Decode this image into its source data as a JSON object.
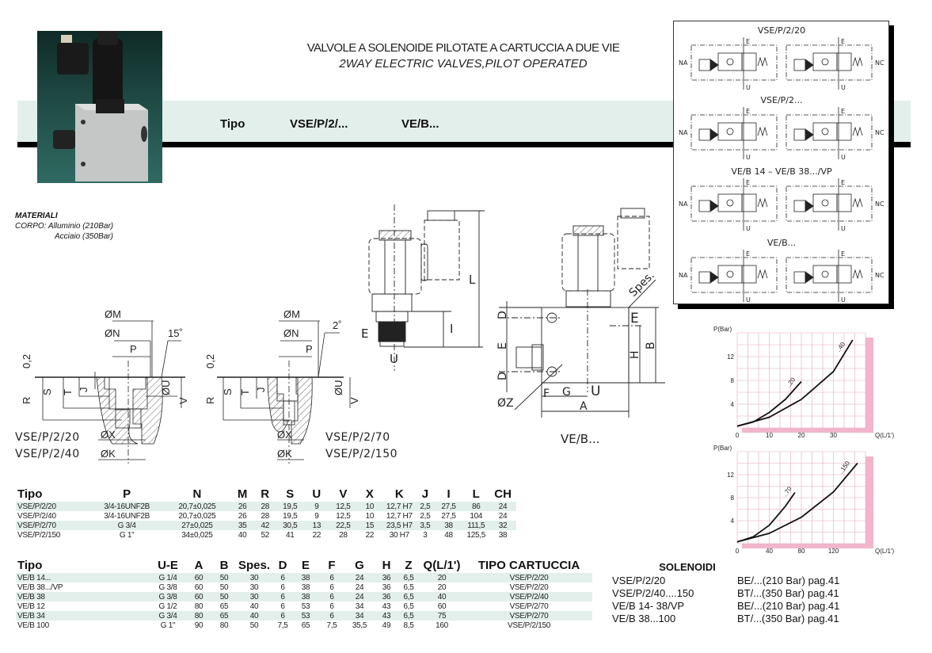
{
  "header": {
    "title_it": "VALVOLE A SOLENOIDE PILOTATE A CARTUCCIA A DUE VIE",
    "title_en": "2WAY ELECTRIC VALVES,PILOT OPERATED",
    "tipo_label": "Tipo",
    "tipo_values": [
      "VSE/P/2/...",
      "VE/B..."
    ]
  },
  "materials": {
    "title": "MATERIALI",
    "line1": "CORPO:  Alluminio (210Bar)",
    "line2": "Acciaio (350Bar)"
  },
  "drawings": {
    "cavity1": {
      "angle": "15˚",
      "labels": [
        "ØM",
        "ØN",
        "P",
        "0,2",
        "R",
        "S",
        "T",
        "J",
        "ØU",
        "V",
        "ØX",
        "ØK"
      ],
      "models": [
        "VSE/P/2/20",
        "VSE/P/2/40"
      ]
    },
    "cavity2": {
      "angle": "2˚",
      "labels": [
        "ØM",
        "ØN",
        "P",
        "0,2",
        "R",
        "S",
        "T",
        "J",
        "ØU",
        "V",
        "ØX",
        "ØK"
      ],
      "models": [
        "VSE/P/2/70",
        "VSE/P/2/150"
      ]
    },
    "cartridge": {
      "labels": [
        "L",
        "I",
        "E",
        "U"
      ]
    },
    "block": {
      "labels": [
        "Spes.",
        "D",
        "E",
        "D",
        "E",
        "B",
        "H",
        "F",
        "G",
        "U",
        "A",
        "ØZ"
      ],
      "caption": "VE/B..."
    }
  },
  "schematics": {
    "groups": [
      {
        "title": "VSE/P/2/20"
      },
      {
        "title": "VSE/P/2..."
      },
      {
        "title": "VE/B 14  –  VE/B 38.../VP"
      },
      {
        "title": "VE/B..."
      }
    ],
    "na": "NA",
    "nc": "NC",
    "port_e": "E",
    "port_u": "U"
  },
  "chart_data": [
    {
      "type": "line",
      "title": "",
      "xlabel": "Q(L/1')",
      "ylabel": "P(Bar)",
      "xlim": [
        0,
        40
      ],
      "ylim": [
        0,
        16
      ],
      "xticks": [
        0,
        10,
        20,
        30
      ],
      "yticks": [
        4,
        8,
        12
      ],
      "grid": true,
      "series": [
        {
          "name": "..20",
          "x": [
            0,
            5,
            10,
            15,
            20
          ],
          "y": [
            0.3,
            1.0,
            2.6,
            4.8,
            7.8
          ]
        },
        {
          "name": "..40",
          "x": [
            0,
            10,
            20,
            30,
            36
          ],
          "y": [
            0.3,
            1.8,
            4.8,
            9.5,
            14.8
          ]
        }
      ]
    },
    {
      "type": "line",
      "title": "",
      "xlabel": "Q(L/1')",
      "ylabel": "P(Bar)",
      "xlim": [
        0,
        160
      ],
      "ylim": [
        0,
        16
      ],
      "xticks": [
        0,
        40,
        80,
        120
      ],
      "yticks": [
        4,
        8,
        12
      ],
      "grid": true,
      "series": [
        {
          "name": "..70",
          "x": [
            0,
            20,
            40,
            60,
            72
          ],
          "y": [
            0.3,
            1.2,
            3.2,
            6.5,
            8.9
          ]
        },
        {
          "name": "..150",
          "x": [
            0,
            40,
            80,
            120,
            150
          ],
          "y": [
            0.3,
            1.8,
            4.6,
            9.0,
            14.0
          ]
        }
      ]
    }
  ],
  "table1": {
    "headers": [
      "Tipo",
      "P",
      "N",
      "M",
      "R",
      "S",
      "U",
      "V",
      "X",
      "K",
      "J",
      "I",
      "L",
      "CH"
    ],
    "rows": [
      [
        "VSE/P/2/20",
        "3/4-16UNF2B",
        "20,7±0,025",
        "26",
        "28",
        "19,5",
        "9",
        "12,5",
        "10",
        "12,7 H7",
        "2,5",
        "27,5",
        "86",
        "24"
      ],
      [
        "VSE/P/2/40",
        "3/4-16UNF2B",
        "20,7±0,025",
        "26",
        "28",
        "19,5",
        "9",
        "12,5",
        "10",
        "12,7 H7",
        "2,5",
        "27,5",
        "104",
        "24"
      ],
      [
        "VSE/P/2/70",
        "G 3/4",
        "27±0,025",
        "35",
        "42",
        "30,5",
        "13",
        "22,5",
        "15",
        "23,5 H7",
        "3,5",
        "38",
        "111,5",
        "32"
      ],
      [
        "VSE/P/2/150",
        "G 1\"",
        "34±0,025",
        "40",
        "52",
        "41",
        "22",
        "28",
        "22",
        "30 H7",
        "3",
        "48",
        "125,5",
        "38"
      ]
    ]
  },
  "table2": {
    "headers": [
      "Tipo",
      "U-E",
      "A",
      "B",
      "Spes.",
      "D",
      "E",
      "F",
      "G",
      "H",
      "Z",
      "Q(L/1')",
      "TIPO CARTUCCIA"
    ],
    "rows": [
      [
        "VE/B 14...",
        "G 1/4",
        "60",
        "50",
        "30",
        "6",
        "38",
        "6",
        "24",
        "36",
        "6,5",
        "20",
        "VSE/P/2/20"
      ],
      [
        "VE/B 38.../VP",
        "G 3/8",
        "60",
        "50",
        "30",
        "6",
        "38",
        "6",
        "24",
        "36",
        "6,5",
        "20",
        "VSE/P/2/20"
      ],
      [
        "VE/B 38",
        "G 3/8",
        "60",
        "50",
        "30",
        "6",
        "38",
        "6",
        "24",
        "36",
        "6,5",
        "40",
        "VSE/P/2/40"
      ],
      [
        "VE/B 12",
        "G 1/2",
        "80",
        "65",
        "40",
        "6",
        "53",
        "6",
        "34",
        "43",
        "6,5",
        "60",
        "VSE/P/2/70"
      ],
      [
        "VE/B 34",
        "G 3/4",
        "80",
        "65",
        "40",
        "6",
        "53",
        "6",
        "34",
        "43",
        "6,5",
        "75",
        "VSE/P/2/70"
      ],
      [
        "VE/B 100",
        "G 1\"",
        "90",
        "80",
        "50",
        "7,5",
        "65",
        "7,5",
        "35,5",
        "49",
        "8,5",
        "160",
        "VSE/P/2/150"
      ]
    ]
  },
  "solenoidi": {
    "title": "SOLENOIDI",
    "rows": [
      [
        "VSE/P/2/20",
        "BE/...(210 Bar) pag.41"
      ],
      [
        "VSE/P/2/40....150",
        "BT/...(350 Bar) pag.41"
      ],
      [
        "VE/B  14-  38/VP",
        "BE/...(210 Bar) pag.41"
      ],
      [
        "VE/B 38...100",
        "BT/...(350 Bar) pag.41"
      ]
    ]
  },
  "colors": {
    "band": "#e3efeb",
    "chart_bg": "#fdeef3",
    "chart_grid": "#e8a7c0",
    "chart_shadow": "#f2b6cc"
  }
}
